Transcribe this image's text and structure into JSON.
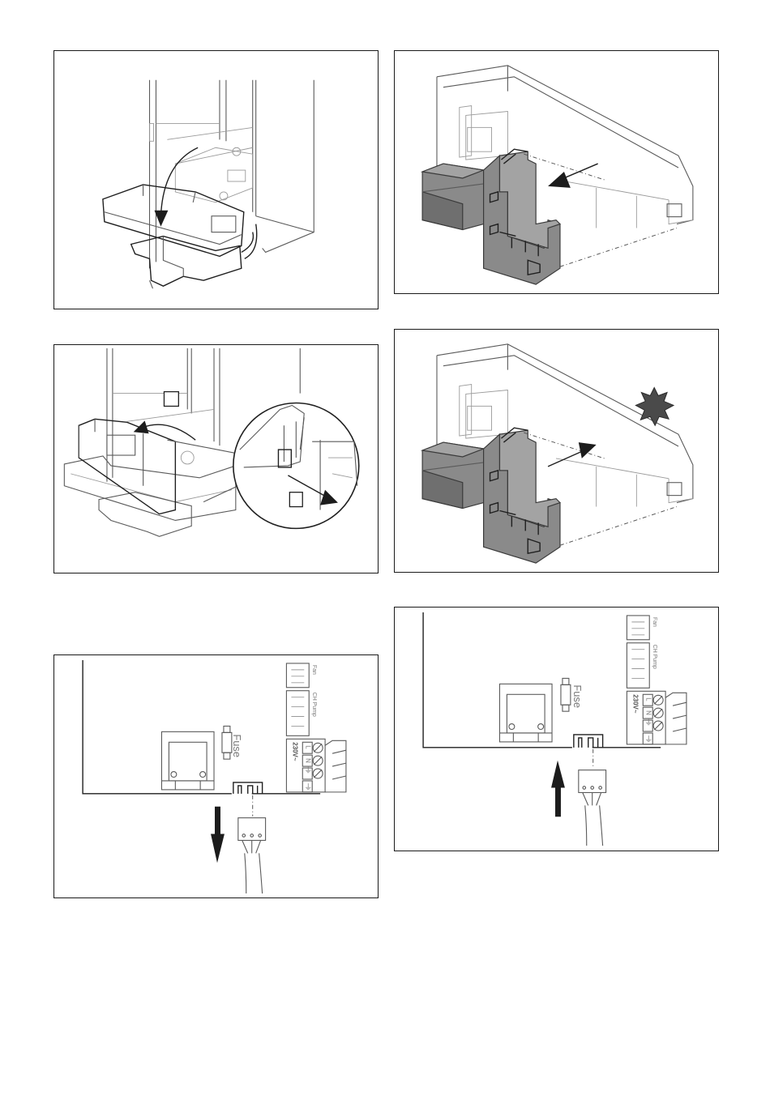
{
  "figures": [
    {
      "id": "fig-1",
      "depicts": "hinge-down-control-box-icon"
    },
    {
      "id": "fig-2",
      "depicts": "remove-unit-cover-icon"
    },
    {
      "id": "fig-3",
      "depicts": "slide-unit-out-icon"
    },
    {
      "id": "fig-4",
      "depicts": "slide-unit-in-icon"
    },
    {
      "id": "fig-5",
      "depicts": "disconnect-connector-icon"
    },
    {
      "id": "fig-6",
      "depicts": "connect-connector-icon"
    }
  ],
  "board": {
    "fuse_label": "Fuse",
    "fan_label": "Fan",
    "pump_label": "CH Pump",
    "voltage_label": "230V~",
    "terminal_l": "L",
    "terminal_n": "N",
    "earth_symbol": "⏚"
  }
}
